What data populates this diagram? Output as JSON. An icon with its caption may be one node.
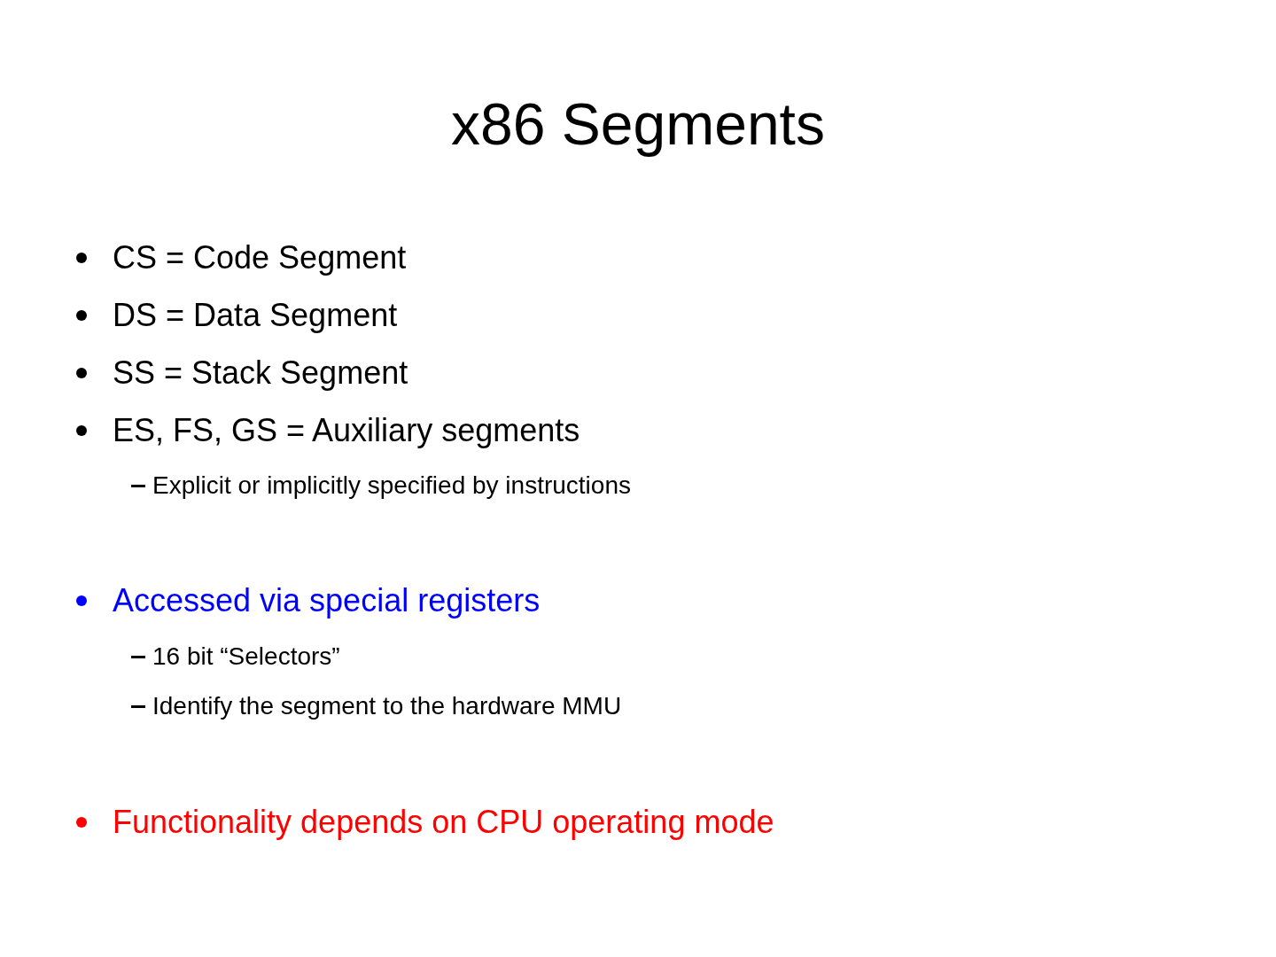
{
  "diagram": {
    "title": "x86 Segments",
    "labels": [
      "CS = Code Segment",
      "DS = Data Segment",
      "SS = Stack Segment",
      "ES, FS, GS = Auxiliary segments",
      "Explicit or implicitly specified by instructions",
      "Accessed via special registers",
      "16 bit “Selectors”",
      "Identify the segment to the hardware MMU",
      "Functionality depends on CPU operating mode"
    ]
  }
}
